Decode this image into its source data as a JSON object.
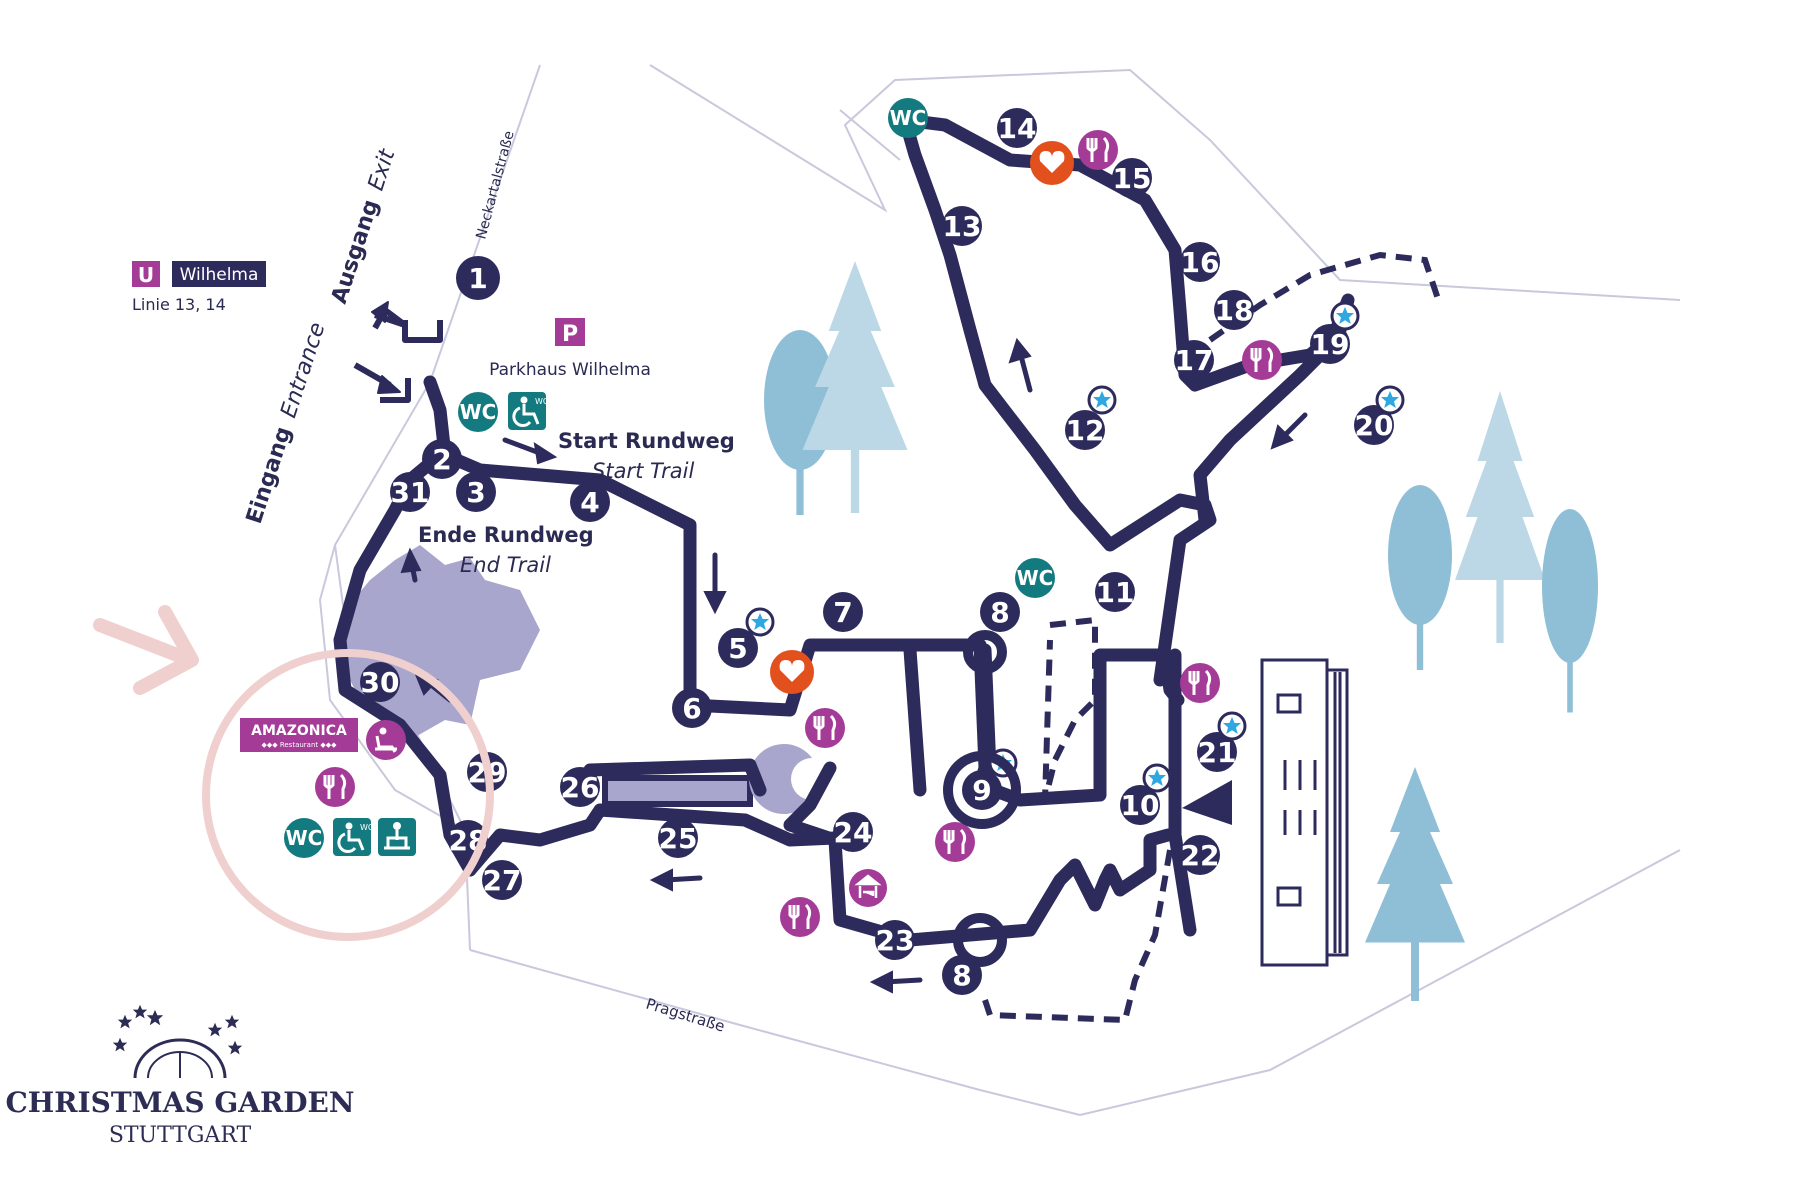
{
  "colors": {
    "path": "#2d2b5c",
    "wc": "#137b80",
    "food": "#a43b97",
    "heart": "#e2501e",
    "star": "#2fa8e1",
    "tree": "#8fbfd6",
    "tree_light": "#bcd8e6",
    "highlight_ring": "#f0cfcf",
    "pond": "#a8a6cc"
  },
  "transit": {
    "u_badge": "U",
    "station": "Wilhelma",
    "lines": "Linie 13, 14"
  },
  "parking": {
    "badge": "P",
    "label": "Parkhaus Wilhelma"
  },
  "streets": {
    "north": "Neckartalstraße",
    "south": "Pragstraße"
  },
  "gates": {
    "exit_de": "Ausgang",
    "exit_en": "Exit",
    "entrance_de": "Eingang",
    "entrance_en": "Entrance"
  },
  "trail": {
    "start_de": "Start Rundweg",
    "start_en": "Start Trail",
    "end_de": "Ende Rundweg",
    "end_en": "End Trail"
  },
  "restaurant": {
    "name": "AMAZONICA",
    "sub": "◆◆◆ Restaurant ◆◆◆"
  },
  "wc_label": "WC",
  "wc_small": "WC",
  "stations": [
    {
      "n": "1"
    },
    {
      "n": "2"
    },
    {
      "n": "3"
    },
    {
      "n": "4"
    },
    {
      "n": "5"
    },
    {
      "n": "6"
    },
    {
      "n": "7"
    },
    {
      "n": "8"
    },
    {
      "n": "9"
    },
    {
      "n": "10"
    },
    {
      "n": "11"
    },
    {
      "n": "12"
    },
    {
      "n": "13"
    },
    {
      "n": "14"
    },
    {
      "n": "15"
    },
    {
      "n": "16"
    },
    {
      "n": "17"
    },
    {
      "n": "18"
    },
    {
      "n": "19"
    },
    {
      "n": "20"
    },
    {
      "n": "21"
    },
    {
      "n": "22"
    },
    {
      "n": "23"
    },
    {
      "n": "24"
    },
    {
      "n": "25"
    },
    {
      "n": "26"
    },
    {
      "n": "27"
    },
    {
      "n": "28"
    },
    {
      "n": "29"
    },
    {
      "n": "30"
    },
    {
      "n": "31"
    },
    {
      "n": "8"
    }
  ],
  "logo": {
    "line1": "CHRISTMAS GARDEN",
    "line2": "STUTTGART"
  },
  "icons": [
    "wc-icon",
    "accessible-toilet-icon",
    "baby-changing-icon",
    "restaurant-icon",
    "heart-icon",
    "star-icon",
    "carousel-icon",
    "tree-icon",
    "arrow-icon",
    "pointer-arrow-icon"
  ]
}
